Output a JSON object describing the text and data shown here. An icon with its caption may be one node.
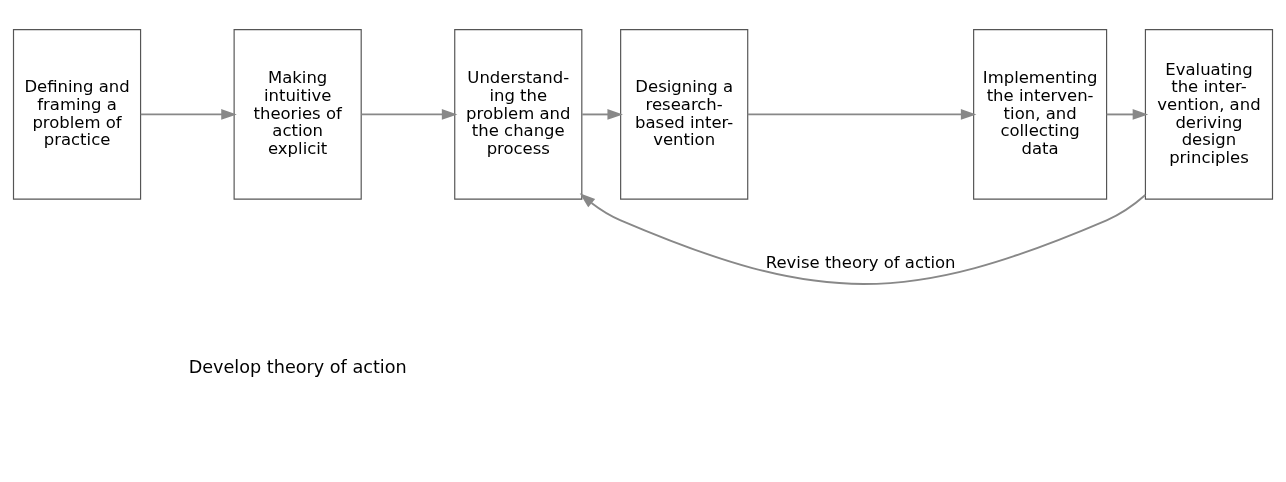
{
  "diagram": {
    "nodes": [
      {
        "text": [
          "Defining and framing a problem of practice"
        ]
      },
      {
        "text": [
          "Making intuitive theories of action explicit"
        ]
      },
      {
        "text": [
          "Understand- ing the problem and the change process"
        ]
      },
      {
        "text": [
          "Designing a research- based inter- vention"
        ]
      },
      {
        "text": [
          "Implementing the interven- tion, and collecting data"
        ]
      },
      {
        "text": [
          "Evaluating the inter- vention, and deriving design principles"
        ]
      }
    ],
    "edges": [
      {
        "from": 0,
        "to": 1,
        "arrow": "to"
      },
      {
        "from": 1,
        "to": 2,
        "arrow": "to"
      },
      {
        "from": 2,
        "to": 3,
        "arrow": "to"
      },
      {
        "from": 3,
        "to": 4,
        "arrow": "to"
      },
      {
        "from": 4,
        "to": 5,
        "arrow": "to"
      },
      {
        "from": 5,
        "to": 2,
        "arrow": "to",
        "label": "Revise theory of action"
      }
    ],
    "labels": [
      "Develop theory of action"
    ]
  }
}
